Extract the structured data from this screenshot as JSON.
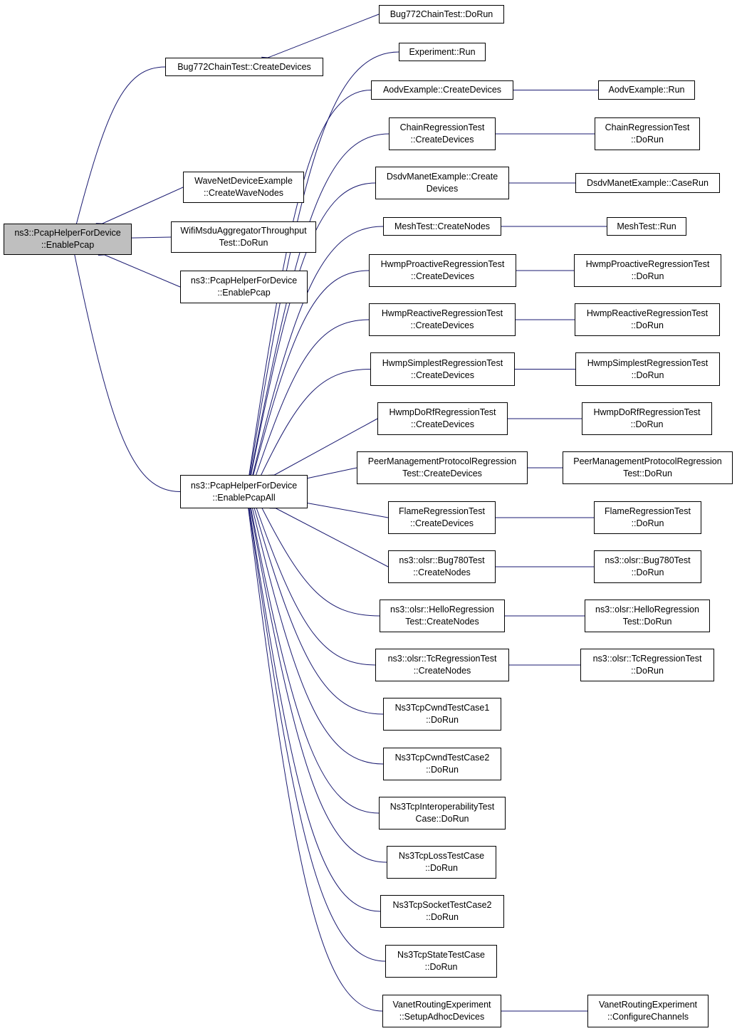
{
  "colors": {
    "edge": "#191970",
    "root_fill": "#bfbfbf",
    "node_fill": "#ffffff",
    "border": "#000000"
  },
  "nodes": {
    "root": [
      "ns3::PcapHelperForDevice",
      "::EnablePcap"
    ],
    "bug772_devices": [
      "Bug772ChainTest::CreateDevices"
    ],
    "bug772_run": [
      "Bug772ChainTest::DoRun"
    ],
    "wave": [
      "WaveNetDeviceExample",
      "::CreateWaveNodes"
    ],
    "wifimsdu": [
      "WifiMsduAggregatorThroughput",
      "Test::DoRun"
    ],
    "enablepcap2": [
      "ns3::PcapHelperForDevice",
      "::EnablePcap"
    ],
    "enablepcapall": [
      "ns3::PcapHelperForDevice",
      "::EnablePcapAll"
    ],
    "experiment": [
      "Experiment::Run"
    ],
    "aodv_cd": [
      "AodvExample::CreateDevices"
    ],
    "aodv_run": [
      "AodvExample::Run"
    ],
    "chain_cd": [
      "ChainRegressionTest",
      "::CreateDevices"
    ],
    "chain_run": [
      "ChainRegressionTest",
      "::DoRun"
    ],
    "dsdv_cd": [
      "DsdvManetExample::Create",
      "Devices"
    ],
    "dsdv_run": [
      "DsdvManetExample::CaseRun"
    ],
    "mesh_cn": [
      "MeshTest::CreateNodes"
    ],
    "mesh_run": [
      "MeshTest::Run"
    ],
    "hwmpp_cd": [
      "HwmpProactiveRegressionTest",
      "::CreateDevices"
    ],
    "hwmpp_run": [
      "HwmpProactiveRegressionTest",
      "::DoRun"
    ],
    "hwmpr_cd": [
      "HwmpReactiveRegressionTest",
      "::CreateDevices"
    ],
    "hwmpr_run": [
      "HwmpReactiveRegressionTest",
      "::DoRun"
    ],
    "hwmps_cd": [
      "HwmpSimplestRegressionTest",
      "::CreateDevices"
    ],
    "hwmps_run": [
      "HwmpSimplestRegressionTest",
      "::DoRun"
    ],
    "hwmpd_cd": [
      "HwmpDoRfRegressionTest",
      "::CreateDevices"
    ],
    "hwmpd_run": [
      "HwmpDoRfRegressionTest",
      "::DoRun"
    ],
    "peer_cd": [
      "PeerManagementProtocolRegression",
      "Test::CreateDevices"
    ],
    "peer_run": [
      "PeerManagementProtocolRegression",
      "Test::DoRun"
    ],
    "flame_cd": [
      "FlameRegressionTest",
      "::CreateDevices"
    ],
    "flame_run": [
      "FlameRegressionTest",
      "::DoRun"
    ],
    "bug780_cn": [
      "ns3::olsr::Bug780Test",
      "::CreateNodes"
    ],
    "bug780_run": [
      "ns3::olsr::Bug780Test",
      "::DoRun"
    ],
    "hello_cn": [
      "ns3::olsr::HelloRegression",
      "Test::CreateNodes"
    ],
    "hello_run": [
      "ns3::olsr::HelloRegression",
      "Test::DoRun"
    ],
    "tc_cn": [
      "ns3::olsr::TcRegressionTest",
      "::CreateNodes"
    ],
    "tc_run": [
      "ns3::olsr::TcRegressionTest",
      "::DoRun"
    ],
    "cwnd1": [
      "Ns3TcpCwndTestCase1",
      "::DoRun"
    ],
    "cwnd2": [
      "Ns3TcpCwndTestCase2",
      "::DoRun"
    ],
    "interop": [
      "Ns3TcpInteroperabilityTest",
      "Case::DoRun"
    ],
    "loss": [
      "Ns3TcpLossTestCase",
      "::DoRun"
    ],
    "socket2": [
      "Ns3TcpSocketTestCase2",
      "::DoRun"
    ],
    "state": [
      "Ns3TcpStateTestCase",
      "::DoRun"
    ],
    "vanet_setup": [
      "VanetRoutingExperiment",
      "::SetupAdhocDevices"
    ],
    "vanet_conf": [
      "VanetRoutingExperiment",
      "::ConfigureChannels"
    ]
  },
  "edges": [
    [
      "root",
      "bug772_devices"
    ],
    [
      "bug772_devices",
      "bug772_run"
    ],
    [
      "root",
      "wave"
    ],
    [
      "root",
      "wifimsdu"
    ],
    [
      "root",
      "enablepcap2"
    ],
    [
      "root",
      "enablepcapall"
    ],
    [
      "enablepcapall",
      "experiment"
    ],
    [
      "enablepcapall",
      "aodv_cd"
    ],
    [
      "aodv_cd",
      "aodv_run"
    ],
    [
      "enablepcapall",
      "chain_cd"
    ],
    [
      "chain_cd",
      "chain_run"
    ],
    [
      "enablepcapall",
      "dsdv_cd"
    ],
    [
      "dsdv_cd",
      "dsdv_run"
    ],
    [
      "enablepcapall",
      "mesh_cn"
    ],
    [
      "mesh_cn",
      "mesh_run"
    ],
    [
      "enablepcapall",
      "hwmpp_cd"
    ],
    [
      "hwmpp_cd",
      "hwmpp_run"
    ],
    [
      "enablepcapall",
      "hwmpr_cd"
    ],
    [
      "hwmpr_cd",
      "hwmpr_run"
    ],
    [
      "enablepcapall",
      "hwmps_cd"
    ],
    [
      "hwmps_cd",
      "hwmps_run"
    ],
    [
      "enablepcapall",
      "hwmpd_cd"
    ],
    [
      "hwmpd_cd",
      "hwmpd_run"
    ],
    [
      "enablepcapall",
      "peer_cd"
    ],
    [
      "peer_cd",
      "peer_run"
    ],
    [
      "enablepcapall",
      "flame_cd"
    ],
    [
      "flame_cd",
      "flame_run"
    ],
    [
      "enablepcapall",
      "bug780_cn"
    ],
    [
      "bug780_cn",
      "bug780_run"
    ],
    [
      "enablepcapall",
      "hello_cn"
    ],
    [
      "hello_cn",
      "hello_run"
    ],
    [
      "enablepcapall",
      "tc_cn"
    ],
    [
      "tc_cn",
      "tc_run"
    ],
    [
      "enablepcapall",
      "cwnd1"
    ],
    [
      "enablepcapall",
      "cwnd2"
    ],
    [
      "enablepcapall",
      "interop"
    ],
    [
      "enablepcapall",
      "loss"
    ],
    [
      "enablepcapall",
      "socket2"
    ],
    [
      "enablepcapall",
      "state"
    ],
    [
      "enablepcapall",
      "vanet_setup"
    ],
    [
      "vanet_setup",
      "vanet_conf"
    ]
  ]
}
